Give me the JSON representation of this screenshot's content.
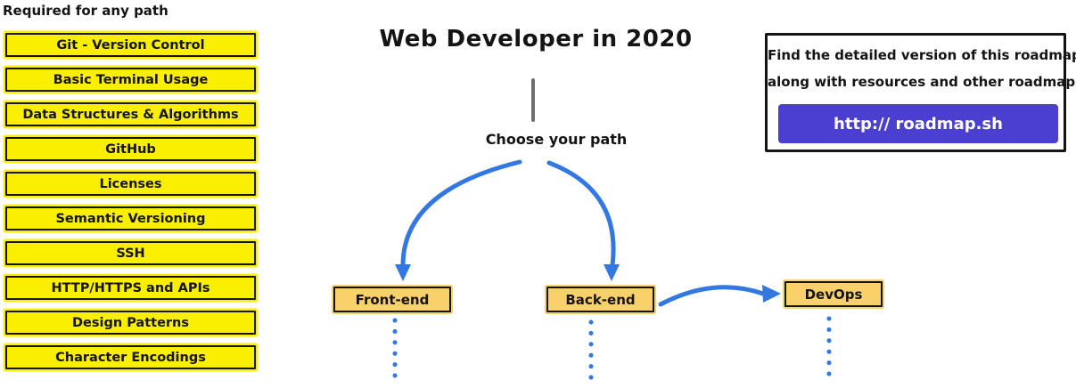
{
  "colors": {
    "canvas": "#ffffff",
    "yellow": "#FBEF00",
    "node_orange": "#FAD06A",
    "arrow_blue": "#3377E0",
    "button_purple": "#4A3FD1",
    "ink": "#141414",
    "connector_gray": "#6F6F6F"
  },
  "required_path": {
    "title": "Required for any path",
    "items": [
      "Git - Version Control",
      "Basic Terminal Usage",
      "Data Structures & Algorithms",
      "GitHub",
      "Licenses",
      "Semantic Versioning",
      "SSH",
      "HTTP/HTTPS and APIs",
      "Design Patterns",
      "Character Encodings"
    ]
  },
  "header": {
    "title": "Web Developer in 2020",
    "subtitle": "Choose your path"
  },
  "paths": {
    "frontend": "Front-end",
    "backend": "Back-end",
    "devops": "DevOps"
  },
  "info_box": {
    "line1": "Find the detailed version of this roadmap",
    "line2": "along with resources and other roadmaps",
    "button_label": "http:// roadmap.sh"
  }
}
